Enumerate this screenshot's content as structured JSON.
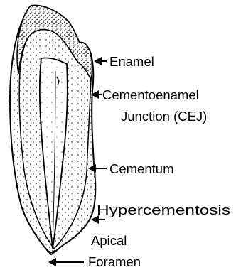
{
  "labels": {
    "enamel": "Enamel",
    "cej_line1": "Cementoenamel",
    "cej_line2": "Junction (CEJ)",
    "cementum": "Cementum",
    "hypercementosis": "Hypercementosis",
    "apical_line1": "Apical",
    "apical_line2": "Foramen"
  },
  "colors": {
    "ink": "#000000",
    "background": "#ffffff"
  }
}
